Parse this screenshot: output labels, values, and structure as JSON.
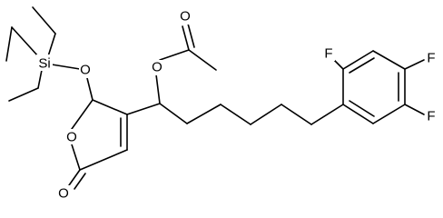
{
  "molecule": {
    "atom_labels": {
      "silicon": "Si",
      "silyl_ether_oxygen": "O",
      "ring_oxygen": "O",
      "carbonyl_oxygen_lactone": "O",
      "ester_oxygen": "O",
      "carbonyl_oxygen_acetate": "O",
      "fluorine_ortho": "F",
      "fluorine_para": "F",
      "fluorine_meta": "F"
    }
  }
}
